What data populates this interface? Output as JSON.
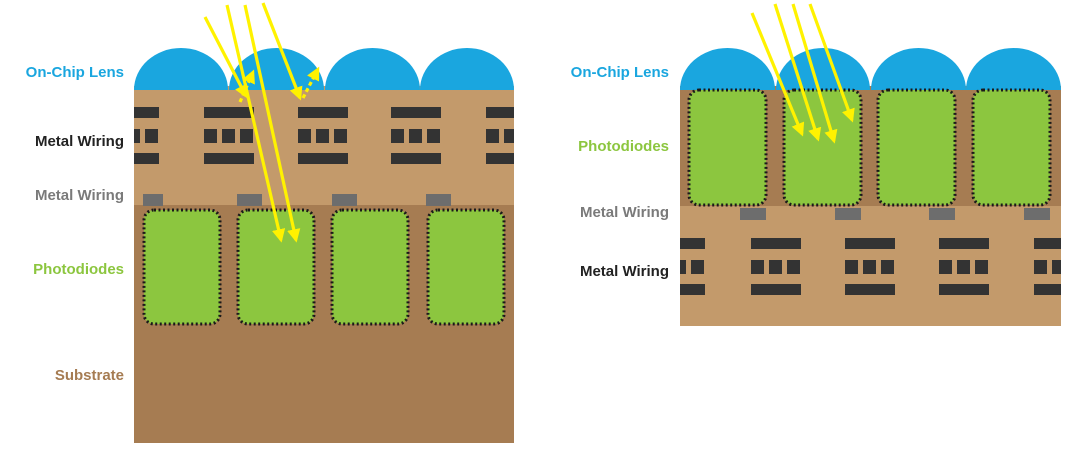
{
  "colors": {
    "lens": "#1aa6df",
    "wiring_layer": "#c39a6b",
    "substrate": "#a67c52",
    "photodiode": "#8cc63f",
    "wire_dark": "#333333",
    "wire_gray": "#6d6d6d",
    "light_ray": "#fff200",
    "label_blue": "#1aa6df",
    "label_dark": "#222222",
    "label_gray": "#7a7a7a",
    "label_green": "#8cc63f",
    "label_brown": "#a67c52"
  },
  "left_diagram": {
    "labels": {
      "lens": "On-Chip Lens",
      "wiring_dark": "Metal Wiring",
      "wiring_gray": "Metal Wiring",
      "photodiodes": "Photodiodes",
      "substrate": "Substrate"
    }
  },
  "right_diagram": {
    "labels": {
      "lens": "On-Chip Lens",
      "photodiodes": "Photodiodes",
      "wiring_gray": "Metal Wiring",
      "wiring_dark": "Metal Wiring"
    }
  }
}
